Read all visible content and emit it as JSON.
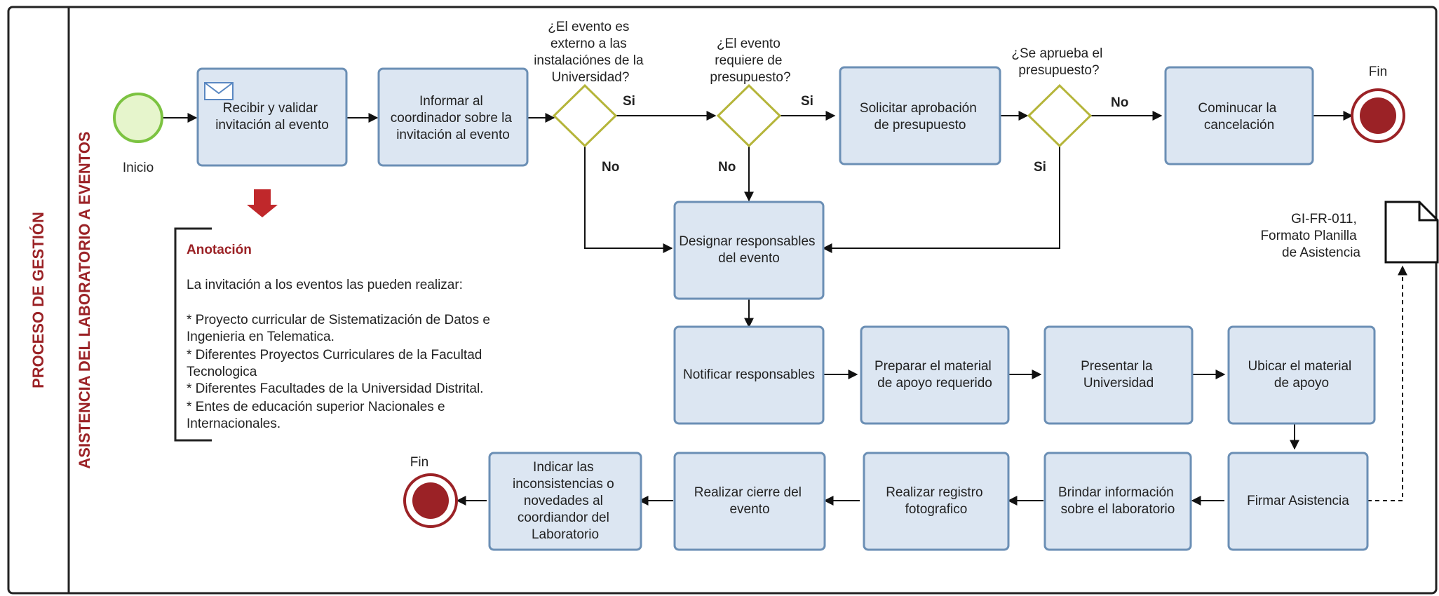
{
  "pool": {
    "title": "PROCESO DE GESTIÓN",
    "lane_title": "ASISTENCIA DEL LABORATORIO A EVENTOS"
  },
  "events": {
    "start": "Inicio",
    "end_top": "Fin",
    "end_bottom": "Fin"
  },
  "tasks": {
    "recibir": [
      "Recibir y validar",
      "invitación al evento"
    ],
    "informar": [
      "Informar al",
      "coordinador sobre la",
      "invitación al evento"
    ],
    "solicitar": [
      "Solicitar aprobación",
      "de presupuesto"
    ],
    "comunicar": [
      "Cominucar la",
      "cancelación"
    ],
    "designar": [
      "Designar responsables",
      "del evento"
    ],
    "notificar": [
      "Notificar responsables"
    ],
    "preparar": [
      "Preparar el material",
      "de apoyo requerido"
    ],
    "presentar": [
      "Presentar la",
      "Universidad"
    ],
    "ubicar": [
      "Ubicar el material",
      "de apoyo"
    ],
    "firmar": [
      "Firmar Asistencia"
    ],
    "brindar": [
      "Brindar información",
      "sobre el laboratorio"
    ],
    "registro": [
      "Realizar registro",
      "fotografico"
    ],
    "cierre": [
      "Realizar cierre del",
      "evento"
    ],
    "indicar": [
      "Indicar las",
      "inconsistencias o",
      "novedades al",
      "coordiandor del",
      "Laboratorio"
    ]
  },
  "gateways": {
    "externo": [
      "¿El evento es",
      "externo a las",
      "instalaciónes de la",
      "Universidad?"
    ],
    "presupuesto": [
      "¿El evento",
      "requiere de",
      "presupuesto?"
    ],
    "aprueba": [
      "¿Se aprueba el",
      "presupuesto?"
    ]
  },
  "flow_labels": {
    "externo_si": "Si",
    "externo_no": "No",
    "presupuesto_si": "Si",
    "presupuesto_no": "No",
    "aprueba_no": "No",
    "aprueba_si": "Si"
  },
  "annotation": {
    "title": "Anotación",
    "lines": [
      "La invitación a los eventos las pueden realizar:",
      "",
      "* Proyecto curricular de Sistematización de Datos e",
      "Ingenieria en Telematica.",
      "* Diferentes Proyectos Curriculares de la Facultad",
      "Tecnologica",
      "* Diferentes Facultades de la Universidad Distrital.",
      "* Entes de educación superior Nacionales e",
      "Internacionales."
    ]
  },
  "document": [
    "GI-FR-011,",
    "Formato Planilla",
    "de Asistencia"
  ],
  "colors": {
    "task_fill": "#dce6f2",
    "task_stroke": "#6b8fb5",
    "gateway_fill": "#ffffff",
    "gateway_stroke": "#b5b53a",
    "start_fill": "#e6f5cc",
    "start_stroke": "#7cc341",
    "end_fill": "#9b2226",
    "accent": "#9b2226"
  }
}
